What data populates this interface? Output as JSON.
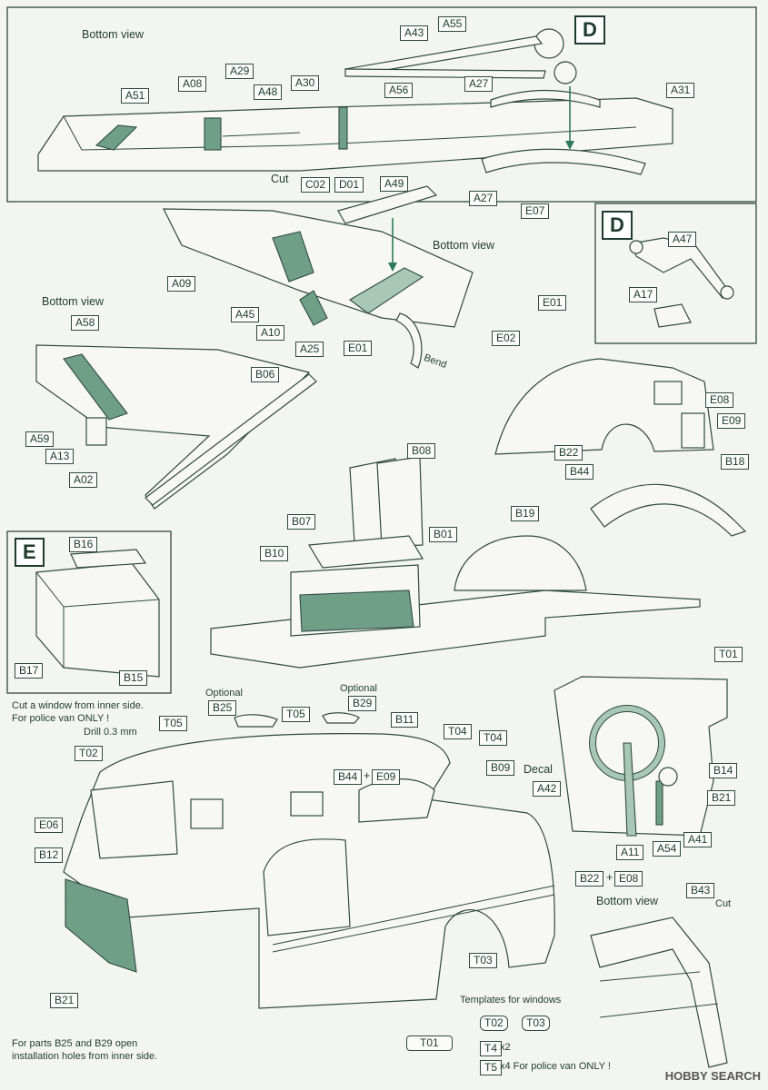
{
  "sheet": {
    "panel_a": {
      "view": "Bottom view",
      "cut": "Cut",
      "parts": [
        "A55",
        "A43",
        "A56",
        "A27",
        "A31",
        "A51",
        "A08",
        "A29",
        "A48",
        "A30",
        "C02",
        "D01",
        "A27",
        "E07"
      ],
      "badge": "D"
    },
    "panel_d": {
      "badge": "D",
      "parts": [
        "A47",
        "A17"
      ]
    },
    "panel_b": {
      "view": "Bottom view",
      "bend": "Bend",
      "parts": [
        "A49",
        "A09",
        "A45",
        "A10",
        "A25",
        "E01",
        "E01",
        "E02"
      ]
    },
    "panel_c": {
      "view": "Bottom view",
      "parts": [
        "A58",
        "B06",
        "A59",
        "A13",
        "A02"
      ]
    },
    "panel_body_side": {
      "parts": [
        "E08",
        "E09",
        "B22",
        "B44"
      ]
    },
    "panel_seat": {
      "parts": [
        "B08",
        "B07",
        "B10",
        "B01",
        "B19",
        "B18"
      ]
    },
    "panel_e": {
      "badge": "E",
      "parts": [
        "B16",
        "B17",
        "B15"
      ]
    },
    "panel_dash": {
      "decal": "Decal",
      "parts": [
        "T01",
        "B14",
        "A42",
        "B21",
        "A11",
        "A54",
        "A41"
      ]
    },
    "panel_main": {
      "cut_window": "Cut a window from inner side.",
      "police_only": "For police van ONLY !",
      "drill": "Drill 0.3 mm",
      "optional1": "Optional",
      "optional2": "Optional",
      "opt_parts": [
        "B25",
        "B29"
      ],
      "parts": [
        "T05",
        "T05",
        "B11",
        "T02",
        "T04",
        "T04",
        "B09",
        "B44",
        "E09",
        "E06",
        "B12",
        "B22",
        "E08",
        "T03",
        "B21"
      ],
      "plus": "+",
      "note1": "For parts B25 and B29 open",
      "note2": "installation holes from inner side."
    },
    "templates": {
      "title": "Templates for windows",
      "items": [
        "T02",
        "T03",
        "T01",
        "T4",
        "T5"
      ],
      "x2": "x2",
      "x4": "x4 For police van ONLY !"
    },
    "panel_bottom_right": {
      "view": "Bottom view",
      "cut": "Cut",
      "parts": [
        "B43"
      ]
    },
    "watermark": "HOBBY SEARCH",
    "colors": {
      "line": "#2f4a3e",
      "green": "#6f9f87",
      "light_green": "#a8c7b6"
    }
  }
}
